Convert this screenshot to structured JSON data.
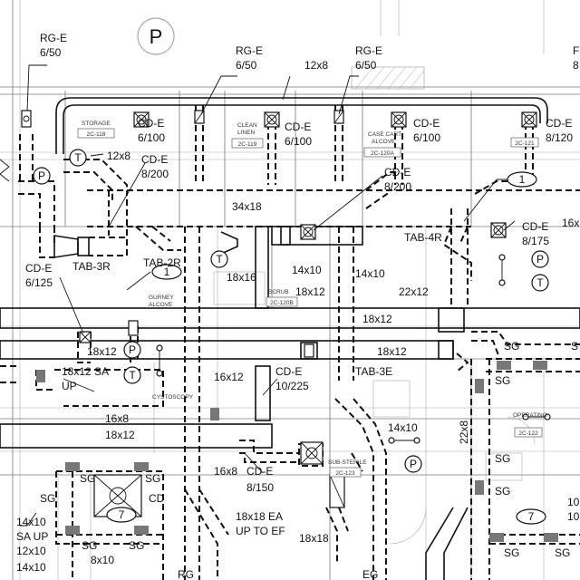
{
  "drawing": {
    "parking_symbol": "P",
    "plan_letter": "P",
    "labels": {
      "rg_e_1": "RG-E",
      "rg_e_1_flow": "6/50",
      "rg_e_2": "RG-E",
      "rg_e_2_flow": "6/50",
      "rg_e_3": "RG-E",
      "rg_e_3_flow": "6/50",
      "duct_12x8_top": "12x8",
      "cd_e_1": "CD-E",
      "cd_e_1_flow": "6/100",
      "cd_e_2": "CD-E",
      "cd_e_2_flow": "6/100",
      "cd_e_3": "CD-E",
      "cd_e_3_flow": "6/100",
      "cd_e_4": "CD-E",
      "cd_e_4_flow": "8/120",
      "cd_e_5": "CD-E",
      "cd_e_5_flow": "8/200",
      "cd_e_6": "CD-E",
      "cd_e_6_flow": "8/200",
      "cd_e_7": "CD-E",
      "cd_e_7_flow": "8/175",
      "cd_e_8": "CD-E",
      "cd_e_8_flow": "6/125",
      "cd_e_9": "CD-E",
      "cd_e_9_flow": "10/225",
      "cd_e_10": "CD-E",
      "cd_e_10_flow": "8/150",
      "duct_12x8_left": "12x8",
      "duct_34x18": "34x18",
      "duct_16x": "16x",
      "tab_3r": "TAB-3R",
      "tab_2r": "TAB-2R",
      "tab_4r": "TAB-4R",
      "tab_3e": "TAB-3E",
      "duct_18x16": "18x16",
      "duct_14x10_a": "14x10",
      "duct_14x10_b": "14x10",
      "duct_18x12_a": "18x12",
      "duct_22x12": "22x12",
      "duct_18x12_b": "18x12",
      "duct_18x12_c": "18x12",
      "duct_18x12_d": "18x12",
      "duct_18x12_sa": "18x12 SA",
      "up": "UP",
      "duct_16x12": "16x12",
      "duct_16x8_a": "16x8",
      "duct_18x12_e": "18x12",
      "duct_16x8_b": "16x8",
      "duct_14x10_c": "14x10",
      "duct_22x8": "22x8",
      "sg_1": "SG",
      "sg_2": "SG",
      "sg_3": "SG",
      "sg_4": "SG",
      "sg_5": "SG",
      "sg_6": "SG",
      "sg_7": "SG",
      "sg_8": "SG",
      "sg_9": "SG",
      "sg_10": "SG",
      "sg_11": "SG",
      "sg_12": "S",
      "cd": "CD",
      "duct_14x10_d": "14x10",
      "sa_up": "SA UP",
      "duct_12x10": "12x10",
      "duct_14x10_e": "14x10",
      "duct_8x10": "8x10",
      "rg": "RG",
      "eg": "EG",
      "ea_18x18": "18x18 EA",
      "up_to_ef": "UP TO EF",
      "duct_18x18": "18x18",
      "duct_10_a": "10",
      "duct_10_b": "10",
      "tag_1a": "1",
      "tag_1b": "1",
      "tag_7a": "7",
      "tag_7b": "7",
      "p_1": "P",
      "p_2": "P",
      "p_3": "P",
      "p_4": "P",
      "t_1": "T",
      "t_2": "T",
      "t_3": "T",
      "t_4": "T",
      "edge_f": "F",
      "edge_8": "8"
    },
    "rooms": {
      "storage": "STORAGE",
      "storage_no": "2C-118",
      "clean_linen_1": "CLEAN",
      "clean_linen_2": "LINEN",
      "clean_linen_no": "2C-119",
      "case_cart_1": "CASE CART",
      "case_cart_2": "ALCOVE",
      "case_cart_no": "2C-120A",
      "room_121": "2C-121",
      "gurney_1": "GURNEY",
      "gurney_2": "ALCOVE",
      "scrub": "SCRUB",
      "scrub_no": "2C-120B",
      "cystoscopy": "CYSTOSCOPY",
      "sub_sterile": "SUB-STERILE",
      "sub_sterile_no": "2C-123",
      "operating": "OPERATING",
      "operating_no": "2C-122"
    }
  }
}
